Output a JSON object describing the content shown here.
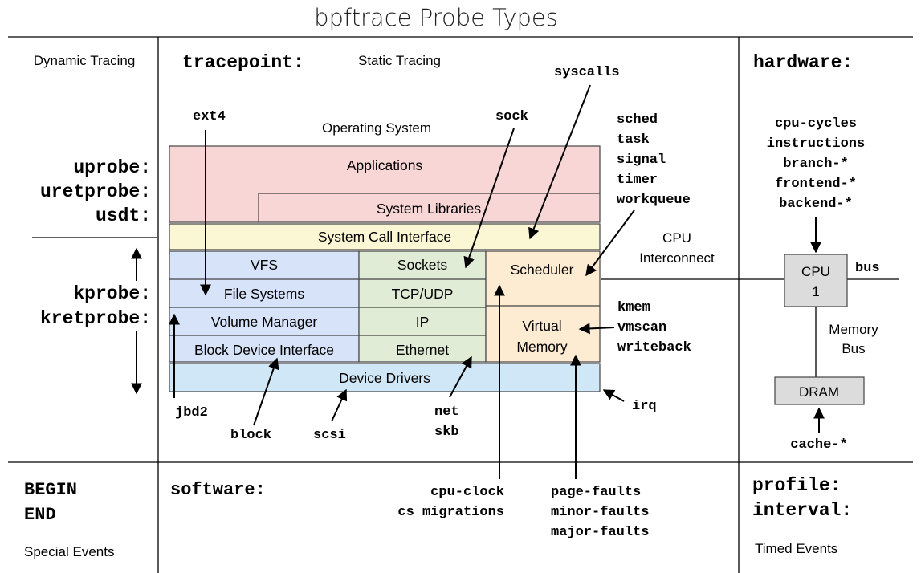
{
  "title": "bpftrace Probe Types",
  "colors": {
    "applications": "#f9d6d6",
    "syscall": "#fbf6d3",
    "blue": "#d7e3f9",
    "green": "#e0ecd6",
    "orange": "#fdebd2",
    "drivers": "#cfe7f6",
    "hw_box": "#dcdcdc",
    "line": "#000000"
  },
  "left": {
    "dynamic_tracing": "Dynamic Tracing",
    "uprobe": "uprobe:",
    "uretprobe": "uretprobe:",
    "usdt": "usdt:",
    "kprobe": "kprobe:",
    "kretprobe": "kretprobe:",
    "begin": "BEGIN",
    "end": "END",
    "special_events": "Special Events"
  },
  "center": {
    "tracepoint": "tracepoint:",
    "static_tracing": "Static Tracing",
    "operating_system": "Operating System",
    "ext4": "ext4",
    "sock": "sock",
    "syscalls": "syscalls",
    "sched_list": [
      "sched",
      "task",
      "signal",
      "timer",
      "workqueue"
    ],
    "cpu_interconnect_1": "CPU",
    "cpu_interconnect_2": "Interconnect",
    "vm_list": [
      "kmem",
      "vmscan",
      "writeback"
    ],
    "irq": "irq",
    "jbd2": "jbd2",
    "block": "block",
    "scsi": "scsi",
    "net": "net",
    "skb": "skb",
    "software": "software:",
    "cpu_clock": "cpu-clock",
    "cs_migrations": "cs migrations",
    "faults": [
      "page-faults",
      "minor-faults",
      "major-faults"
    ]
  },
  "os_layers": {
    "applications": "Applications",
    "system_libraries": "System Libraries",
    "system_call_interface": "System Call Interface",
    "vfs": "VFS",
    "file_systems": "File Systems",
    "volume_manager": "Volume Manager",
    "block_device_interface": "Block Device Interface",
    "sockets": "Sockets",
    "tcp_udp": "TCP/UDP",
    "ip": "IP",
    "ethernet": "Ethernet",
    "scheduler": "Scheduler",
    "virtual": "Virtual",
    "memory": "Memory",
    "device_drivers": "Device Drivers"
  },
  "right": {
    "hardware": "hardware:",
    "hw_events": [
      "cpu-cycles",
      "instructions",
      "branch-*",
      "frontend-*",
      "backend-*"
    ],
    "cpu": "CPU",
    "cpu_num": "1",
    "bus": "bus",
    "memory_bus_1": "Memory",
    "memory_bus_2": "Bus",
    "dram": "DRAM",
    "cache": "cache-*",
    "profile": "profile:",
    "interval": "interval:",
    "timed_events": "Timed Events"
  }
}
